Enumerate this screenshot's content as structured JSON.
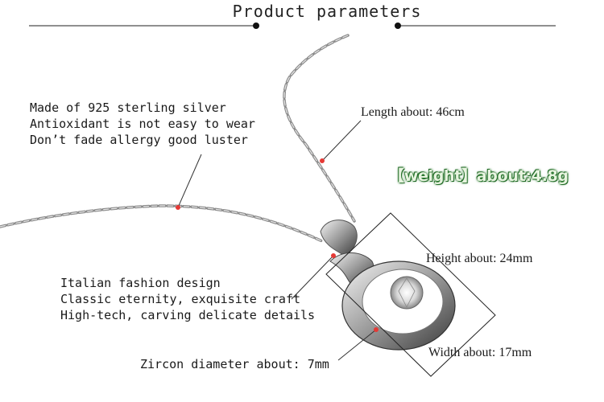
{
  "title": "Product parameters",
  "material": {
    "lines": [
      "Made of 925 sterling silver",
      "Antioxidant is not easy to wear",
      "Don’t fade allergy good luster"
    ]
  },
  "length": "Length about: 46cm",
  "weight": "【weight】about:4.8g",
  "height": "Height about: 24mm",
  "width": "Width about: 17mm",
  "design": {
    "lines": [
      "Italian fashion design",
      "Classic eternity, exquisite craft",
      "High-tech, carving delicate details"
    ]
  },
  "zircon": "Zircon diameter about: 7mm",
  "colors": {
    "marker": "#e53935",
    "weight_fill": "#e8f4e0",
    "weight_outline": "#2e7d32"
  }
}
